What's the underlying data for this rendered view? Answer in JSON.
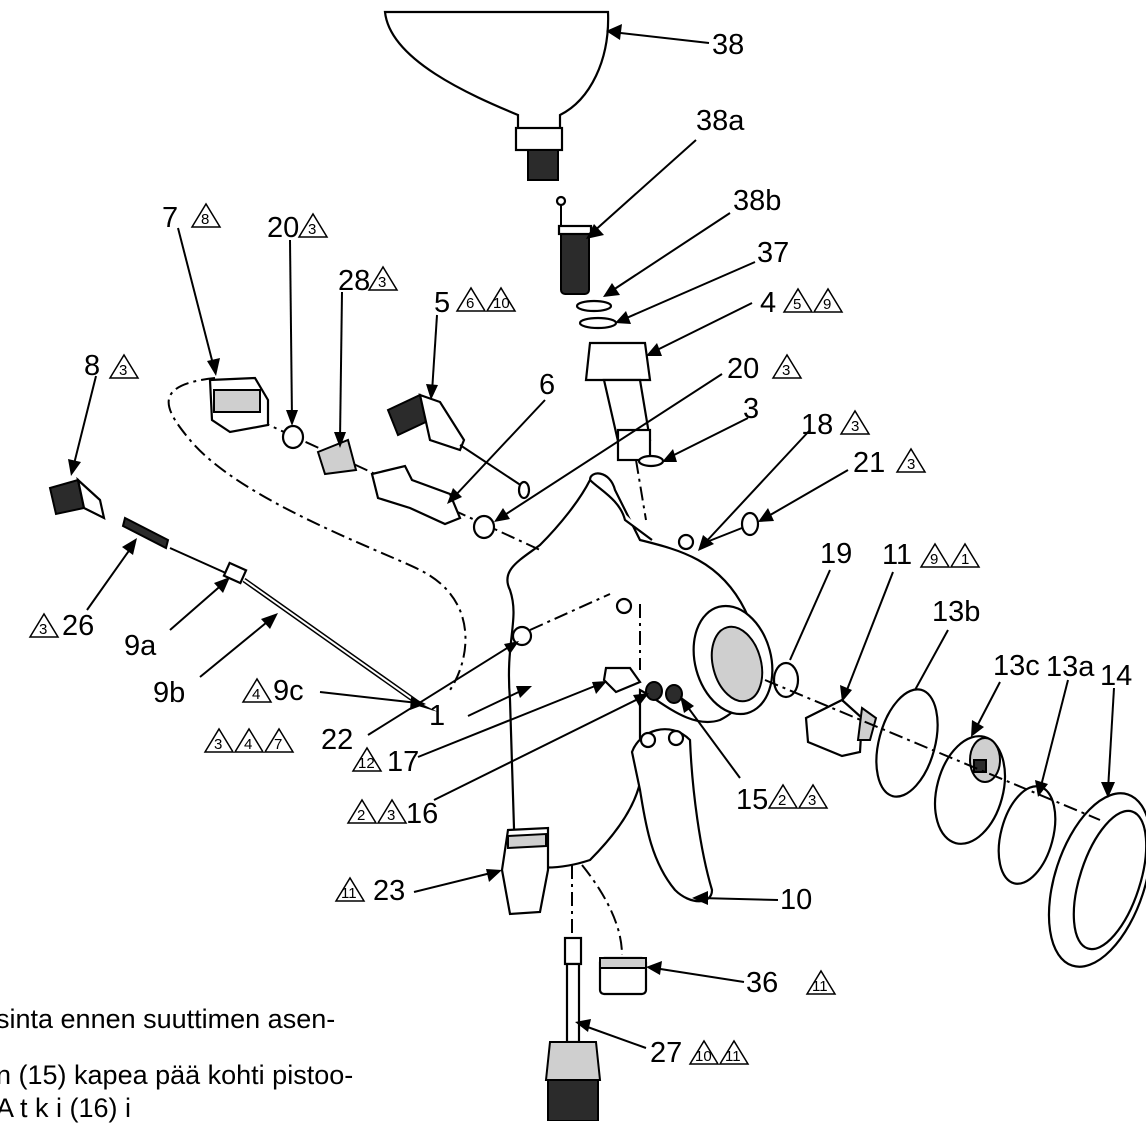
{
  "labels": {
    "l38": "38",
    "l38a": "38a",
    "l38b": "38b",
    "l37": "37",
    "l4": "4",
    "l5": "5",
    "l6": "6",
    "l7": "7",
    "l8": "8",
    "l20a": "20",
    "l20b": "20",
    "l28": "28",
    "l3": "3",
    "l18": "18",
    "l21": "21",
    "l19": "19",
    "l11": "11",
    "l13b": "13b",
    "l13c": "13c",
    "l13a": "13a",
    "l14": "14",
    "l26": "26",
    "l9a": "9a",
    "l9b": "9b",
    "l9c": "9c",
    "l1": "1",
    "l22": "22",
    "l17": "17",
    "l16": "16",
    "l15": "15",
    "l23": "23",
    "l10": "10",
    "l36": "36",
    "l27": "27"
  },
  "callout_marks": {
    "m8": "8",
    "m3": "3",
    "m6": "6",
    "m10": "10",
    "m5": "5",
    "m9": "9",
    "m1": "1",
    "m4": "4",
    "m7": "7",
    "m12": "12",
    "m2": "2",
    "m11": "11"
  },
  "notes": {
    "line1": "sinta ennen suuttimen asen-",
    "line2": "n (15) kapea pää kohti pistoo-",
    "line3": "A t  k   i (16)     i"
  }
}
